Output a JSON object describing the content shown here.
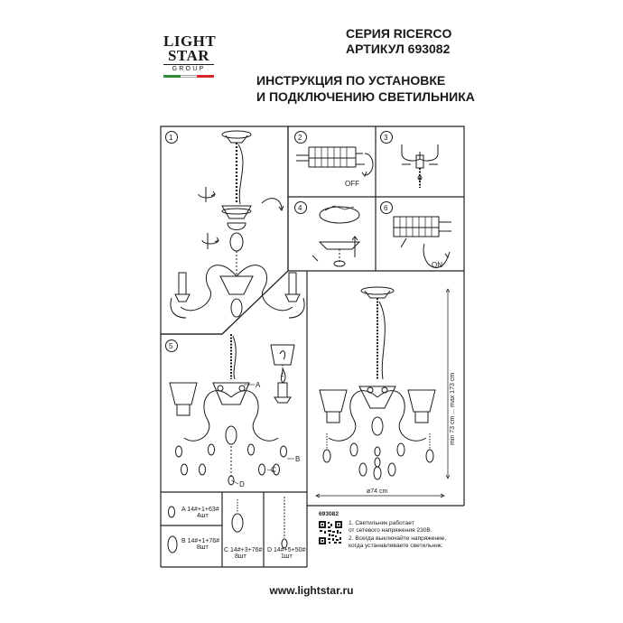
{
  "brand": {
    "line1": "LIGHT",
    "line2": "STAR",
    "line3": "GROUP",
    "flag_colors": [
      "#2e8b3a",
      "#ffffff",
      "#d9262c"
    ]
  },
  "header": {
    "series": "СЕРИЯ RICERCO",
    "article": "АРТИКУЛ 693082",
    "title_line1": "ИНСТРУКЦИЯ ПО УСТАНОВКЕ",
    "title_line2": "И ПОДКЛЮЧЕНИЮ СВЕТИЛЬНИКА"
  },
  "steps": {
    "s1": "1",
    "s2": "2",
    "s3": "3",
    "s4": "4",
    "s5": "5",
    "s6": "6",
    "off": "OFF",
    "on": "ON"
  },
  "labels": {
    "a": "A",
    "b": "B",
    "c": "C",
    "d": "D"
  },
  "dimensions": {
    "height": "min 73 cm ... max 173 cm",
    "diameter": "ø74 cm"
  },
  "parts": [
    {
      "code": "A 14#+1+63#",
      "qty": "4шт"
    },
    {
      "code": "B 14#+1+76#",
      "qty": "8шт"
    },
    {
      "code": "C 14#+3+76#",
      "qty": "8шт"
    },
    {
      "code": "D 14#+5+50#",
      "qty": "1шт"
    }
  ],
  "footer": {
    "article_no": "693082",
    "note1_line1": "1. Светильник работает",
    "note1_line2": "от сетевого напряжения 230В.",
    "note2_line1": "2. Всегда выключайте напряжение,",
    "note2_line2": "когда устанавливаете светильник.",
    "website": "www.lightstar.ru"
  },
  "colors": {
    "line": "#1a1a1a",
    "frame": "#222222"
  }
}
